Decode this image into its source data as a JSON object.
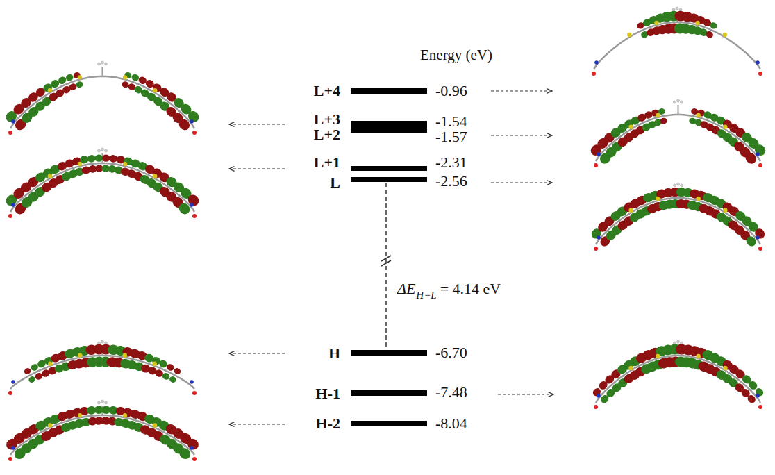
{
  "diagram": {
    "labels": [
      "Energy (eV)",
      "L+4",
      "-0.96",
      "L+3",
      "-1.54",
      "L+2",
      "-1.57",
      "L+1",
      "-2.31",
      "L",
      "-2.56",
      "ΔE",
      "H−L",
      "= 4.14 eV",
      "H",
      "-6.70",
      "H-1",
      "-7.48",
      "H-2",
      "-8.04"
    ]
  }
}
